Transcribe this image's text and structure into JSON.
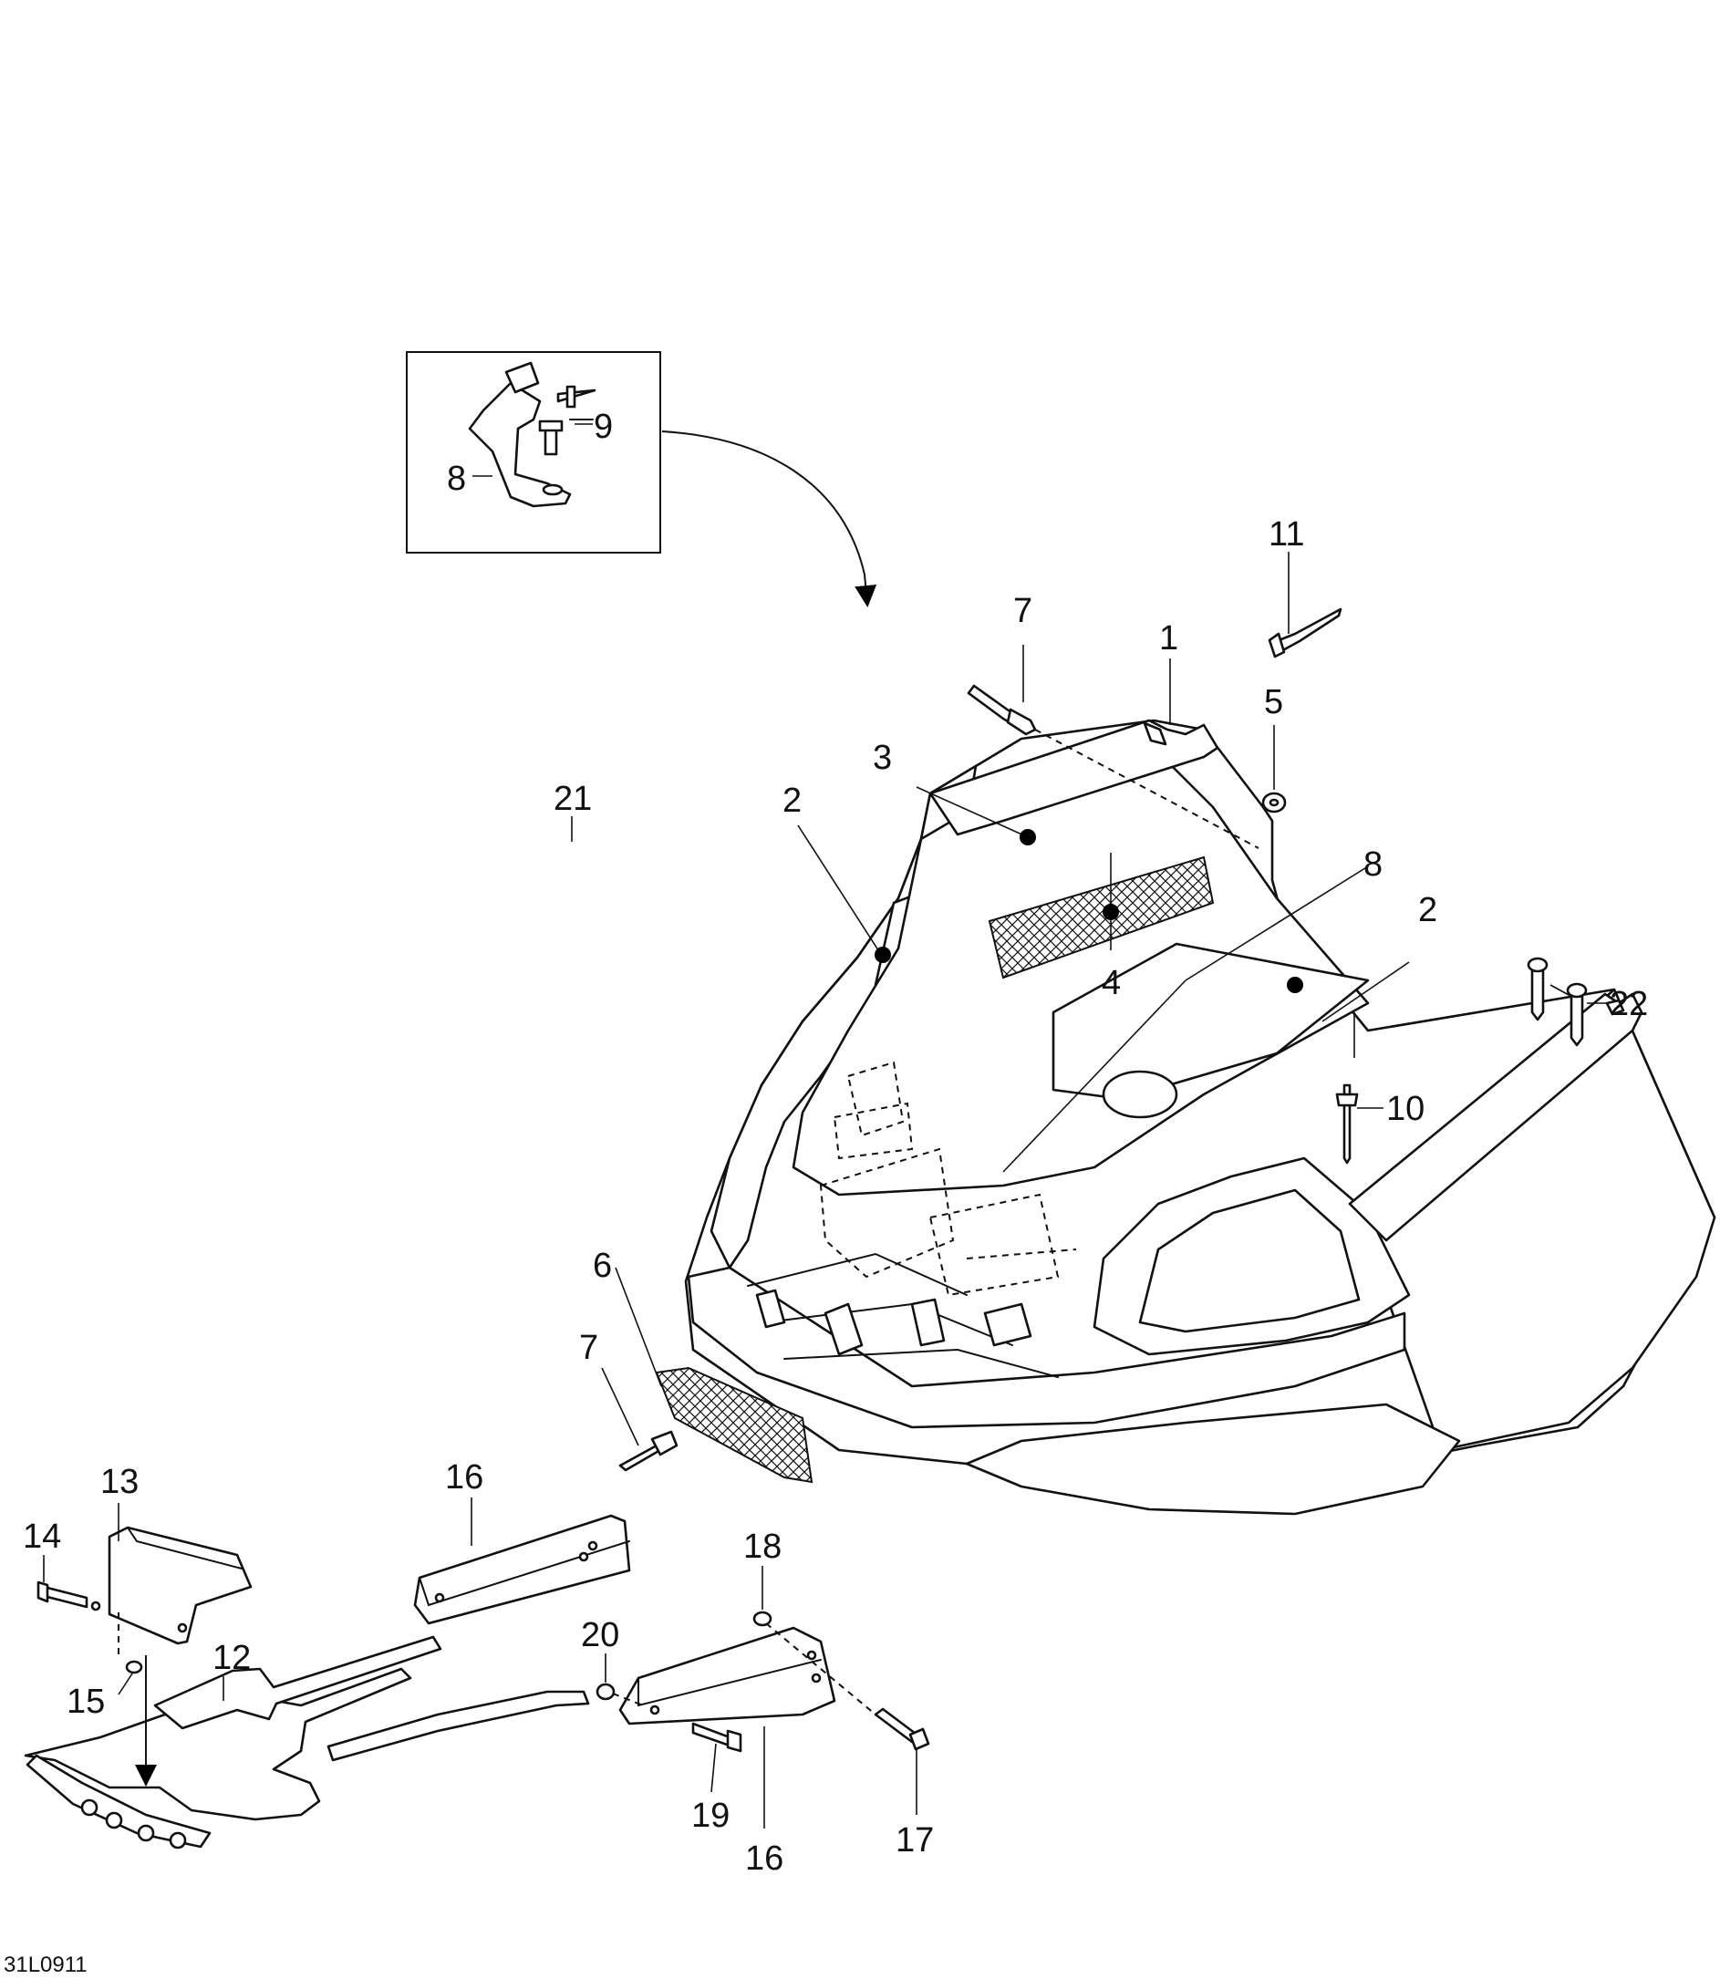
{
  "figure": {
    "reference_code": "31L0911",
    "callouts": [
      {
        "id": "c1",
        "label": "1"
      },
      {
        "id": "c2a",
        "label": "2"
      },
      {
        "id": "c2b",
        "label": "2"
      },
      {
        "id": "c3",
        "label": "3"
      },
      {
        "id": "c4",
        "label": "4"
      },
      {
        "id": "c5",
        "label": "5"
      },
      {
        "id": "c6",
        "label": "6"
      },
      {
        "id": "c7a",
        "label": "7"
      },
      {
        "id": "c7b",
        "label": "7"
      },
      {
        "id": "c8a",
        "label": "8"
      },
      {
        "id": "c8b",
        "label": "8"
      },
      {
        "id": "c9",
        "label": "9"
      },
      {
        "id": "c10",
        "label": "10"
      },
      {
        "id": "c11",
        "label": "11"
      },
      {
        "id": "c12",
        "label": "12"
      },
      {
        "id": "c13",
        "label": "13"
      },
      {
        "id": "c14",
        "label": "14"
      },
      {
        "id": "c15",
        "label": "15"
      },
      {
        "id": "c16a",
        "label": "16"
      },
      {
        "id": "c16b",
        "label": "16"
      },
      {
        "id": "c17",
        "label": "17"
      },
      {
        "id": "c18",
        "label": "18"
      },
      {
        "id": "c19",
        "label": "19"
      },
      {
        "id": "c20",
        "label": "20"
      },
      {
        "id": "c21",
        "label": "21"
      },
      {
        "id": "c22",
        "label": "22"
      }
    ]
  }
}
